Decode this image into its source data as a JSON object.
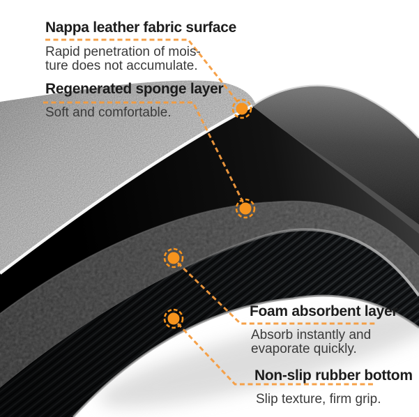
{
  "illustration": {
    "name": "layered-mat-cross-section",
    "marker_icon": "orange-dot-marker",
    "layer_names": [
      "fabric-surface",
      "sponge-layer",
      "foam-layer",
      "rubber-bottom"
    ]
  },
  "callouts": [
    {
      "title": "Nappa leather fabric surface",
      "desc_lines": [
        "Rapid penetration of mois-",
        "ture does not accumulate."
      ]
    },
    {
      "title": "Regenerated sponge layer",
      "desc_lines": [
        "Soft and comfortable."
      ]
    },
    {
      "title": "Foam absorbent layer",
      "desc_lines": [
        "Absorb instantly and",
        "evaporate quickly."
      ]
    },
    {
      "title": "Non-slip rubber bottom",
      "desc_lines": [
        "Slip texture, firm grip."
      ]
    }
  ],
  "colors": {
    "accent_orange": "#F7941E",
    "dash_orange": "#F59C3F",
    "title_text": "#1c1c1c",
    "body_text": "#3a3a3a",
    "background": "#ffffff",
    "fabric_layer": "#eeeeee",
    "sponge_layer": "#111111",
    "foam_layer": "#323232",
    "rubber_layer": "#141416"
  }
}
